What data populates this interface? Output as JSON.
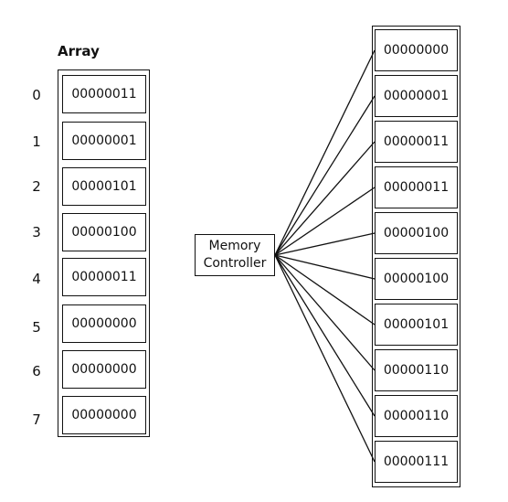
{
  "array": {
    "title": "Array",
    "indices": [
      "0",
      "1",
      "2",
      "3",
      "4",
      "5",
      "6",
      "7"
    ],
    "cells": [
      "00000011",
      "00000001",
      "00000101",
      "00000100",
      "00000011",
      "00000000",
      "00000000",
      "00000000"
    ]
  },
  "controller": {
    "line1": "Memory",
    "line2": "Controller"
  },
  "memory": {
    "cells": [
      "00000000",
      "00000001",
      "00000011",
      "00000011",
      "00000100",
      "00000100",
      "00000101",
      "00000110",
      "00000110",
      "00000111"
    ]
  }
}
